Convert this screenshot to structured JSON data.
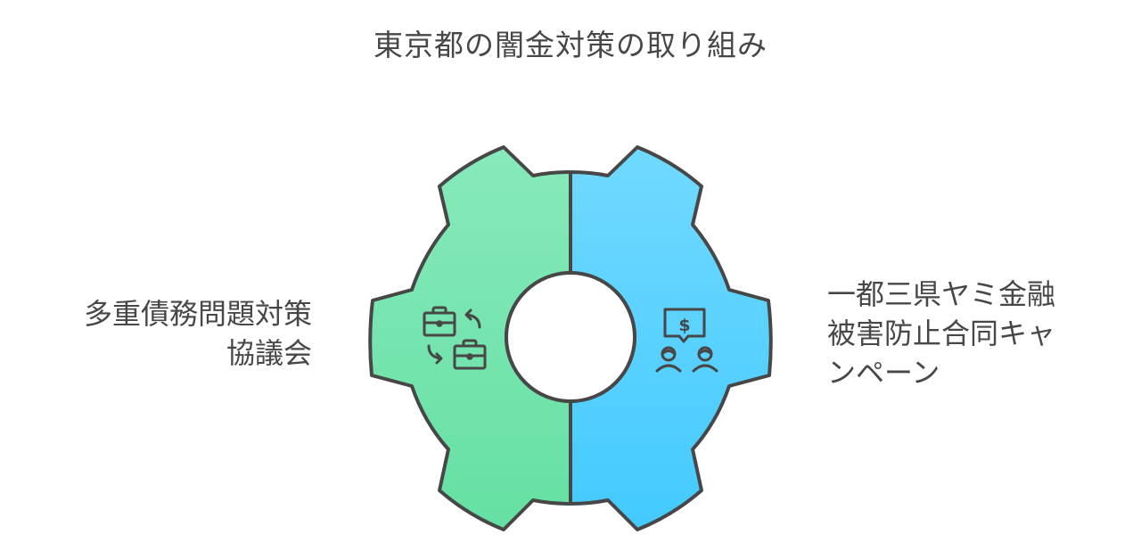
{
  "title": "東京都の闇金対策の取り組み",
  "segments": [
    {
      "label_line1": "多重債務問題対策",
      "label_line2": "協議会",
      "icon": "briefcase-exchange-icon",
      "color_top": "#86E8B8",
      "color_bottom": "#66E0A4"
    },
    {
      "label_line1": "一都三県ヤミ金融",
      "label_line2": "被害防止合同キャ",
      "label_line3": "ンペーン",
      "icon": "people-money-chat-icon",
      "color_top": "#6FD8FF",
      "color_bottom": "#44CBFF"
    }
  ],
  "stroke_color": "#474747"
}
